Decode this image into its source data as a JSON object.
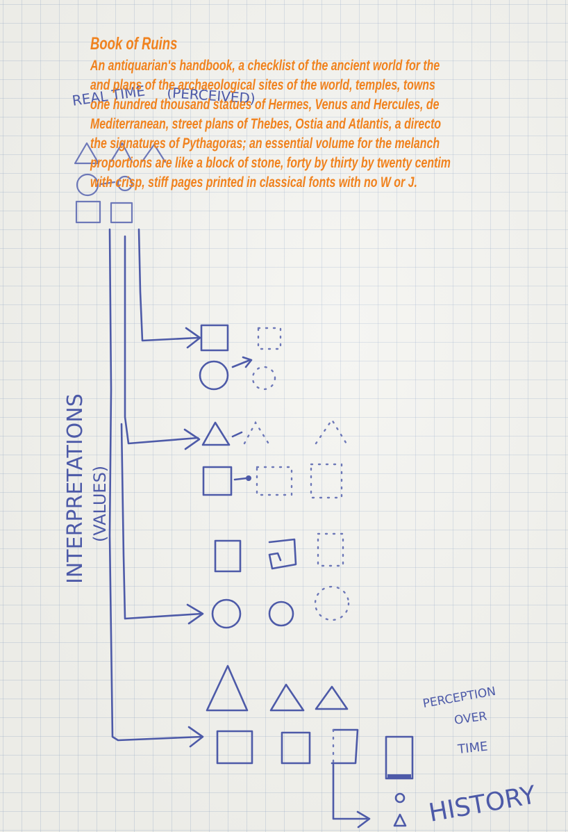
{
  "book": {
    "title": "Book of Ruins",
    "lines": [
      "An antiquarian's handbook, a checklist of the ancient world for the",
      "and plans of the archaeological sites of the world, temples, towns",
      "one hundred thousand statues of Hermes, Venus and Hercules, de",
      "Mediterranean, street plans of Thebes, Ostia and Atlantis, a directo",
      "the signatures of Pythagoras; an essential volume for the melanch",
      "proportions are like a block of stone, forty by thirty by twenty centim",
      "with crisp, stiff pages printed in classical fonts with no W or J."
    ]
  },
  "sketch": {
    "label_real_time": "REAL TIME",
    "label_perceived": "(PERCEIVED)",
    "label_interpretations": "INTERPRETATIONS",
    "label_values": "(VALUES)",
    "label_perception": "PERCEPTION",
    "label_over": "OVER",
    "label_time": "TIME",
    "label_history": "HISTORY"
  },
  "colors": {
    "overlay_text": "#f0821e",
    "ink": "#4d5aa8",
    "paper": "#f2f2ee",
    "grid": "#96aac8"
  }
}
